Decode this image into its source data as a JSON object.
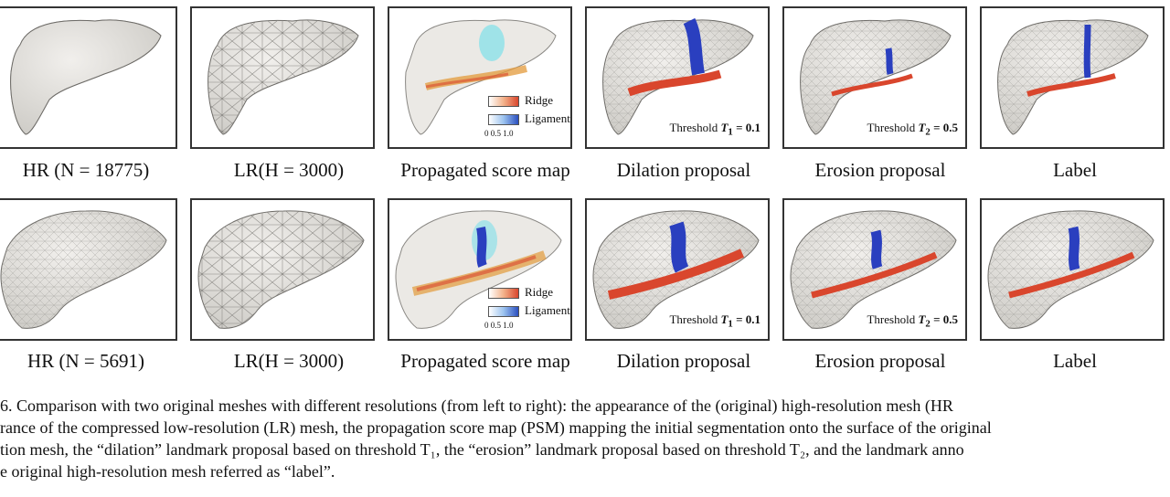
{
  "rows": [
    {
      "panels": [
        {
          "label": "HR (N = 18775)"
        },
        {
          "label": "LR(H = 3000)"
        },
        {
          "label": "Propagated score map",
          "legend": {
            "ridge": "Ridge",
            "ligament": "Ligament",
            "ticks": "0 0.5 1.0"
          }
        },
        {
          "label": "Dilation proposal",
          "threshold": {
            "prefix": "Threshold",
            "symbol": "T",
            "sub": "1",
            "value": "= 0.1"
          }
        },
        {
          "label": "Erosion proposal",
          "threshold": {
            "prefix": "Threshold",
            "symbol": "T",
            "sub": "2",
            "value": "= 0.5"
          }
        },
        {
          "label": "Label"
        }
      ]
    },
    {
      "panels": [
        {
          "label": "HR (N = 5691)"
        },
        {
          "label": "LR(H = 3000)"
        },
        {
          "label": "Propagated score map",
          "legend": {
            "ridge": "Ridge",
            "ligament": "Ligament",
            "ticks": "0 0.5 1.0"
          }
        },
        {
          "label": "Dilation proposal",
          "threshold": {
            "prefix": "Threshold",
            "symbol": "T",
            "sub": "1",
            "value": "= 0.1"
          }
        },
        {
          "label": "Erosion proposal",
          "threshold": {
            "prefix": "Threshold",
            "symbol": "T",
            "sub": "2",
            "value": "= 0.5"
          }
        },
        {
          "label": "Label"
        }
      ]
    }
  ],
  "caption": {
    "line1": "6. Comparison with two original meshes with different resolutions (from left to right): the appearance of the (original) high-resolution mesh (HR",
    "line2": "rance of the compressed low-resolution (LR) mesh, the propagation score map (PSM) mapping the initial segmentation onto the surface of the original",
    "line3": "tion mesh, the “dilation” landmark proposal based on threshold T₁, the “erosion” landmark proposal based on threshold T₂, and the landmark anno",
    "line4": "e original high-resolution mesh referred as “label”."
  },
  "colors": {
    "ridge": "#d9462d",
    "ligament": "#2a3fbf",
    "mesh": "#e6e4e0",
    "border": "#333333"
  }
}
